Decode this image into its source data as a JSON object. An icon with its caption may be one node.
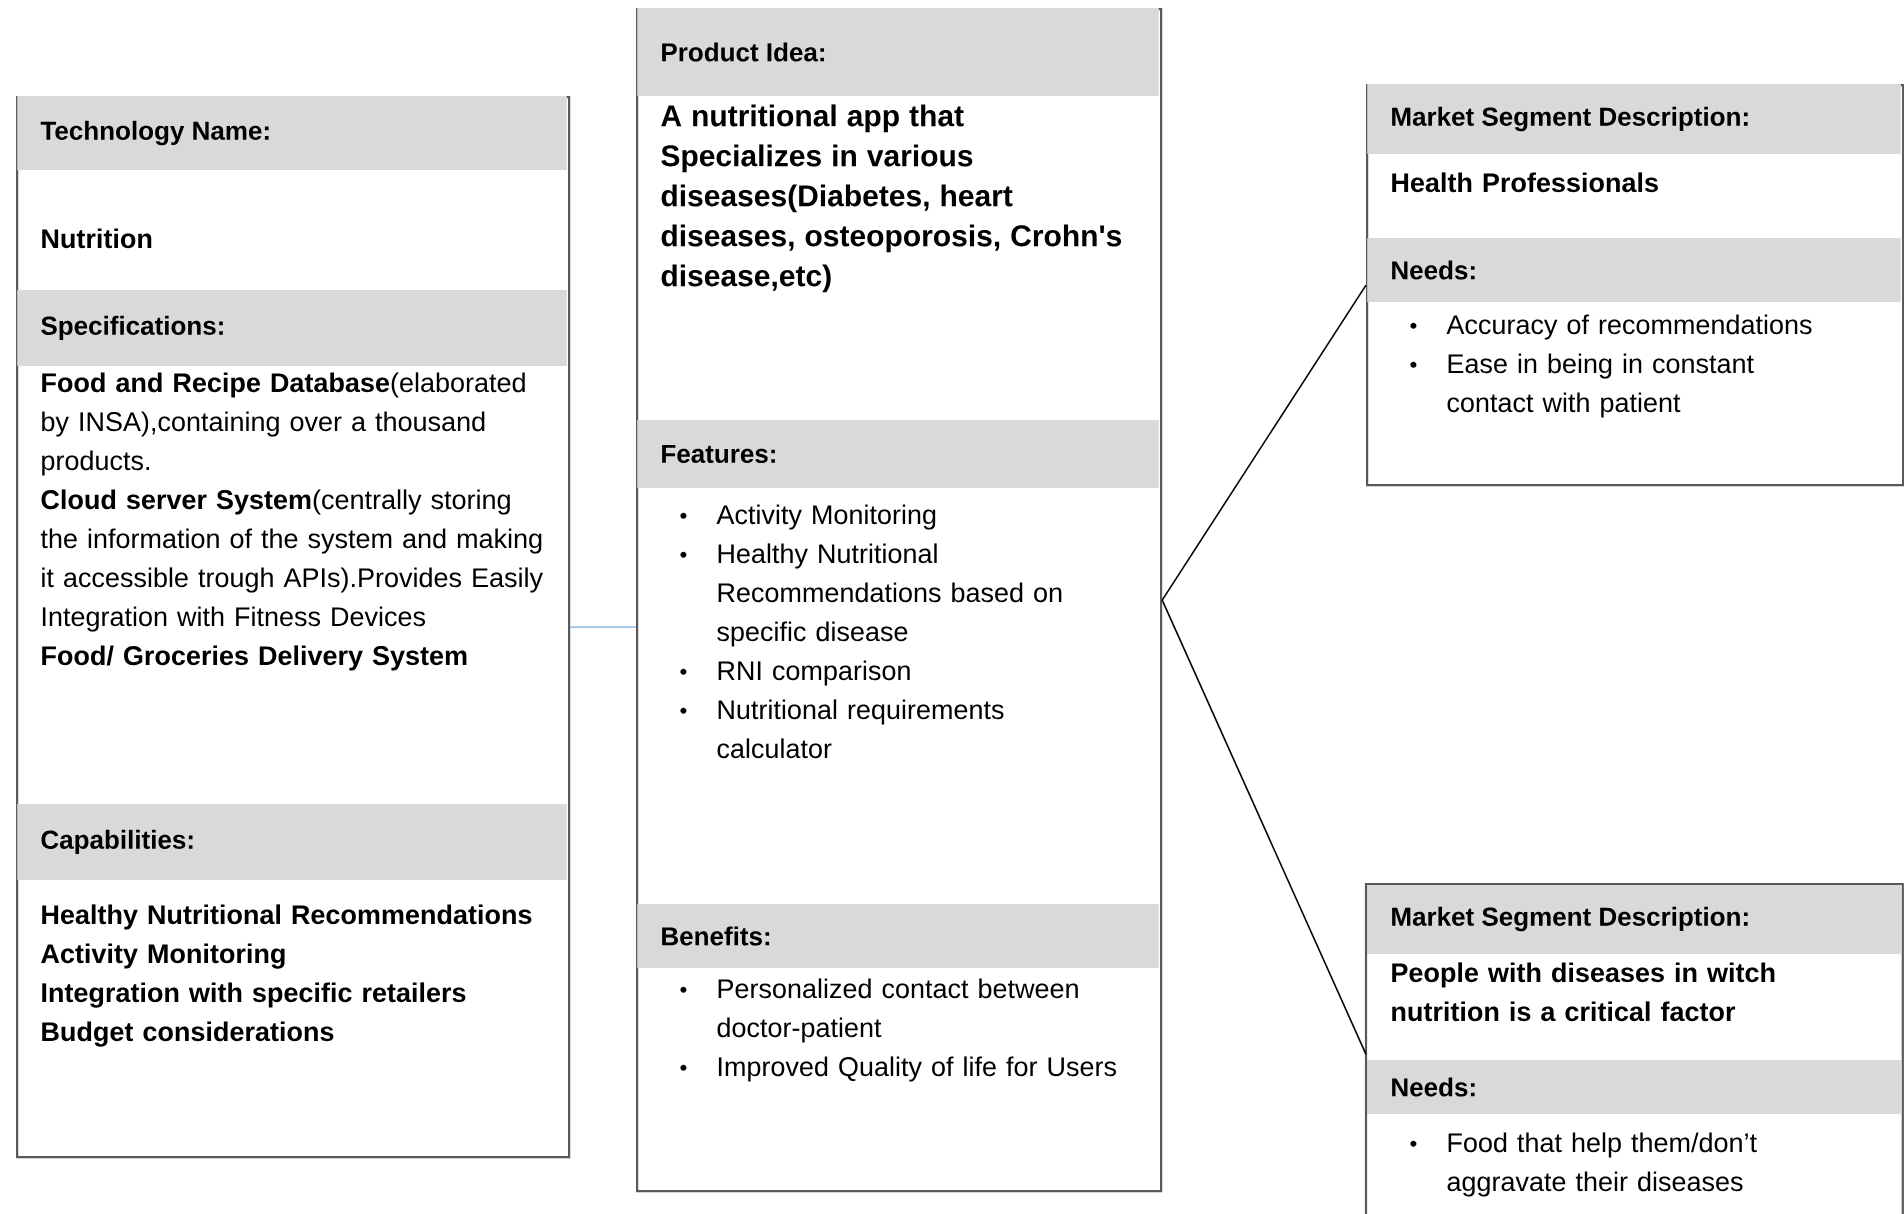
{
  "diagram": {
    "nodes": [
      {
        "text": [
          "Technology Name:",
          "Nutrition",
          "Specifications:",
          "**Food and Recipe Database**(elaborated by INSA),containing over a thousand products.",
          "**Cloud server System**(centrally storing the information of the system and making it accessible trough APIs).Provides Easily Integration with Fitness Devices",
          "Food/ Groceries Delivery System",
          "Capabilities:",
          "Healthy Nutritional Recommendations",
          "Activity Monitoring",
          "Integration with specific retailers",
          "Budget considerations"
        ]
      },
      {
        "text": [
          "Product Idea:",
          "A nutritional app that Specializes in various diseases(Diabetes, heart diseases, osteoporosis, Crohn's disease,etc)",
          "Features:",
          "Activity Monitoring",
          "Healthy Nutritional Recommendations based on specific disease",
          "RNI comparison",
          "Nutritional requirements calculator",
          "Benefits:",
          "Personalized contact between doctor-patient",
          "Improved Quality of life for Users"
        ]
      },
      {
        "text": [
          "Market Segment Description:",
          "Health Professionals",
          "Needs:",
          "Accuracy of recommendations",
          "Ease in being in constant contact with patient"
        ]
      },
      {
        "text": [
          "Market Segment Description:",
          "People with diseases in witch nutrition is a critical factor",
          "Needs:",
          "Food that help them/don’t aggravate their diseases"
        ]
      }
    ],
    "edges": [
      {
        "from": 0,
        "to": 1,
        "arrow": "none",
        "color": "#9dc3e6"
      },
      {
        "from": 1,
        "to": 2,
        "arrow": "none"
      },
      {
        "from": 1,
        "to": 3,
        "arrow": "none"
      }
    ]
  }
}
